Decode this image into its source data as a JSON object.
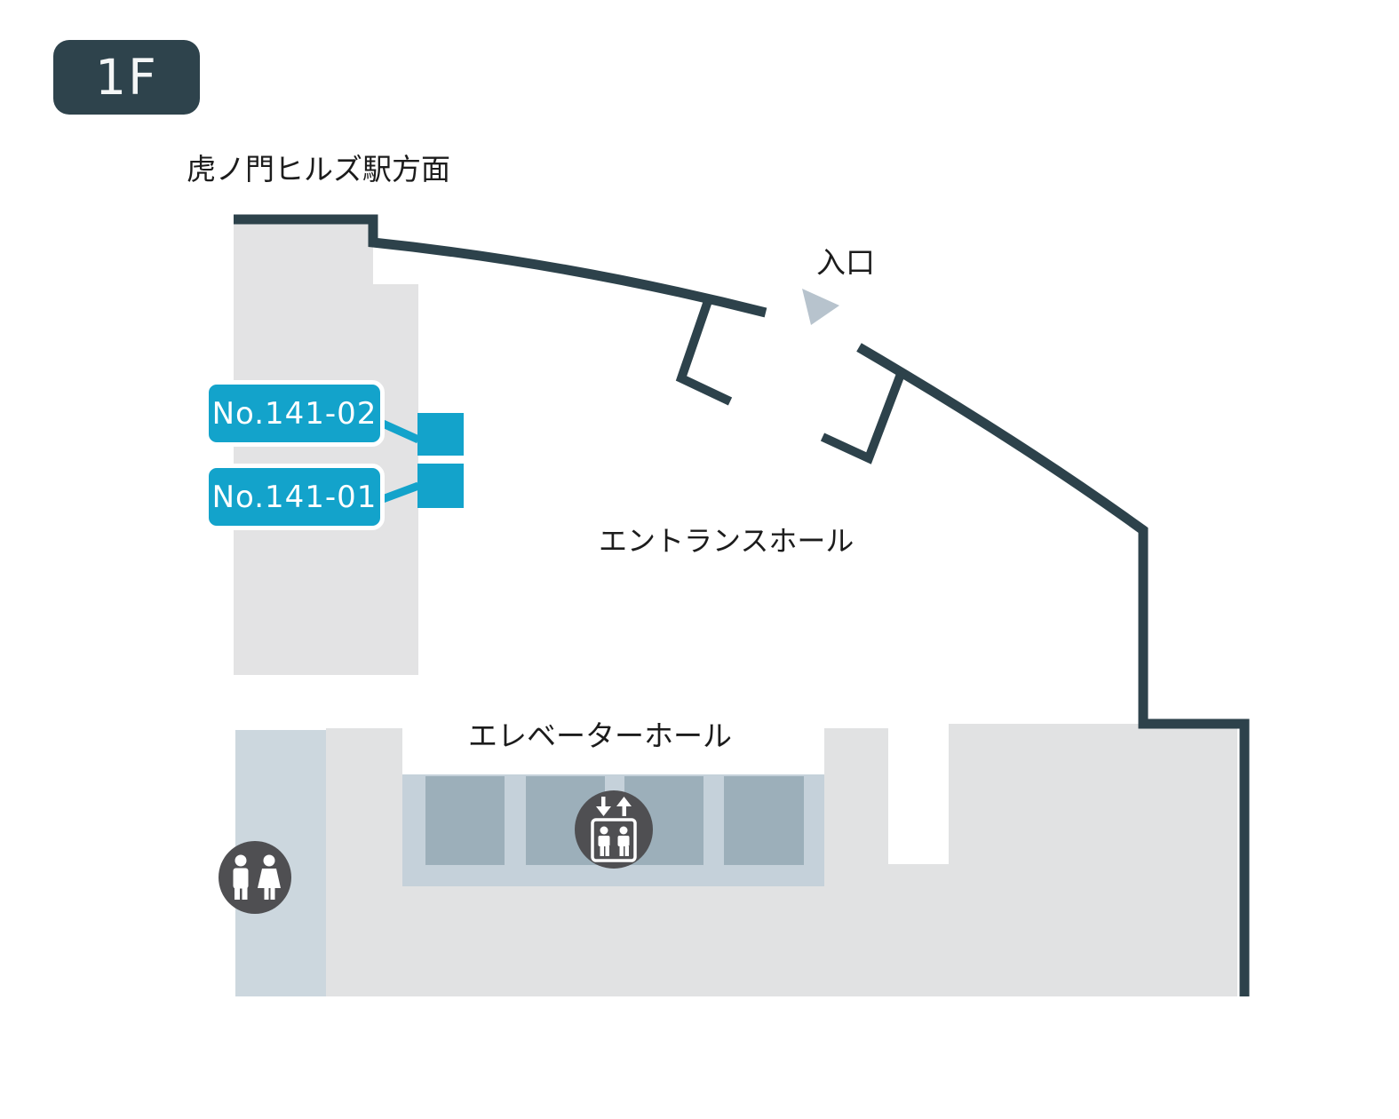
{
  "floor_badge": {
    "label": "1F"
  },
  "labels": {
    "station_direction": "虎ノ門ヒルズ駅方面",
    "entrance": "入口",
    "entrance_hall": "エントランスホール",
    "elevator_hall": "エレベーターホール"
  },
  "units": [
    {
      "label": "No.141-02"
    },
    {
      "label": "No.141-01"
    }
  ],
  "icons": {
    "restroom": "restroom-icon",
    "elevator": "elevator-icon",
    "entrance_arrow": "entrance-direction-arrow-icon"
  },
  "colors": {
    "wall": "#2d424b",
    "floor_badge_bg": "#2e434c",
    "building_fill": "#e3e3e4",
    "floor_fill": "#e1e2e3",
    "corridor_fill": "#ccd7de",
    "elevator_bank_fill": "#c5d1da",
    "elevator_car_fill": "#9cafba",
    "unit_accent": "#13a3cb",
    "icon_circle_fill": "#4f4f52",
    "entrance_arrow_fill": "#b7c3cd",
    "text": "#1c1c1c"
  }
}
